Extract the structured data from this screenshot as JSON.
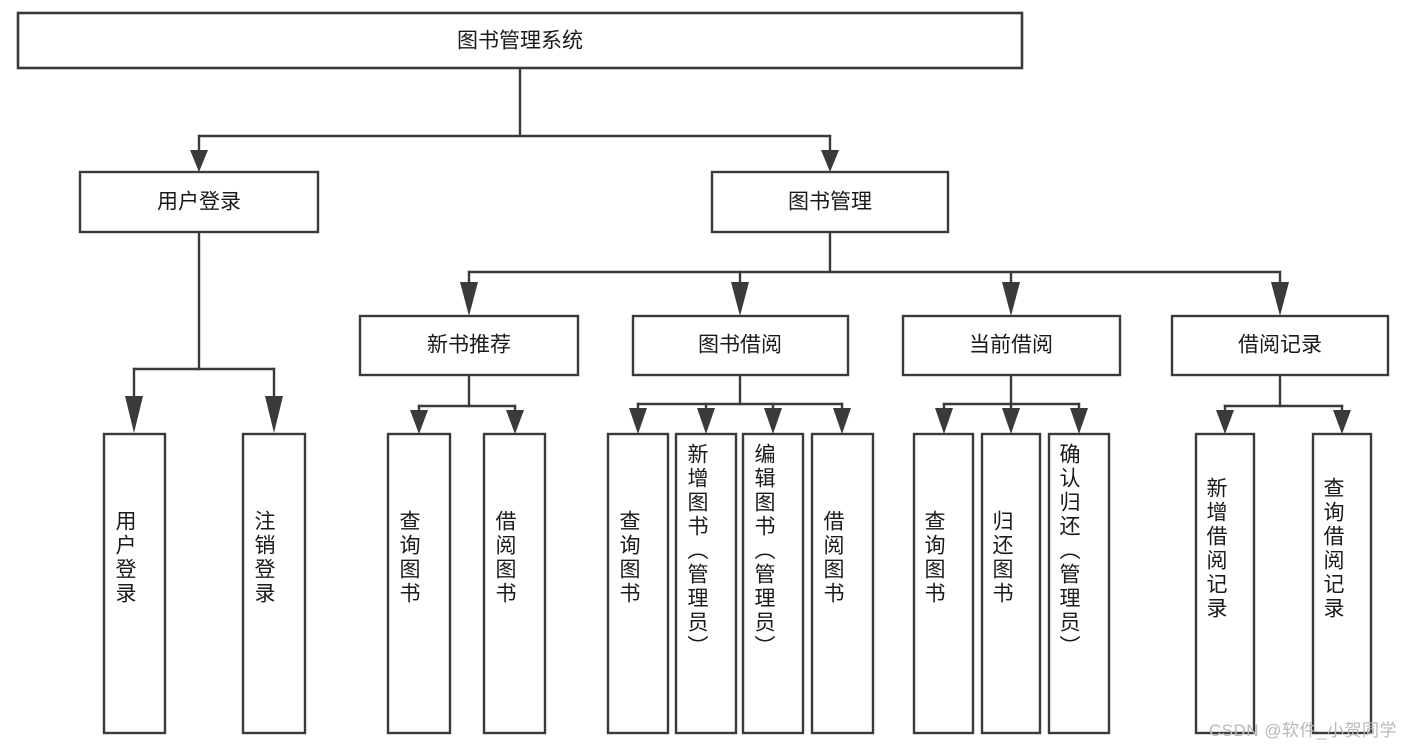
{
  "diagram": {
    "title": "图书管理系统",
    "type": "tree-hierarchy",
    "orientation": "top-down",
    "colors": {
      "background": "#ffffff",
      "box_stroke": "#3a3a3a",
      "box_fill": "#ffffff",
      "text": "#1a1a1a",
      "watermark": "#b8b8b8"
    },
    "root": {
      "label": "图书管理系统"
    },
    "level2": [
      {
        "label": "用户登录"
      },
      {
        "label": "图书管理"
      }
    ],
    "level3": [
      {
        "label": "新书推荐"
      },
      {
        "label": "图书借阅"
      },
      {
        "label": "当前借阅"
      },
      {
        "label": "借阅记录"
      }
    ],
    "leaves": {
      "user_login": [
        {
          "label": "用户登录"
        },
        {
          "label": "注销登录"
        }
      ],
      "new_book_recommend": [
        {
          "label": "查询图书"
        },
        {
          "label": "借阅图书"
        }
      ],
      "book_borrow": [
        {
          "label": "查询图书"
        },
        {
          "label": "新增图书（管理员）"
        },
        {
          "label": "编辑图书（管理员）"
        },
        {
          "label": "借阅图书"
        }
      ],
      "current_borrow": [
        {
          "label": "查询图书"
        },
        {
          "label": "归还图书"
        },
        {
          "label": "确认归还（管理员）"
        }
      ],
      "borrow_record": [
        {
          "label": "新增借阅记录"
        },
        {
          "label": "查询借阅记录"
        }
      ]
    }
  },
  "watermark": {
    "text": "CSDN @软件_小贺同学"
  }
}
